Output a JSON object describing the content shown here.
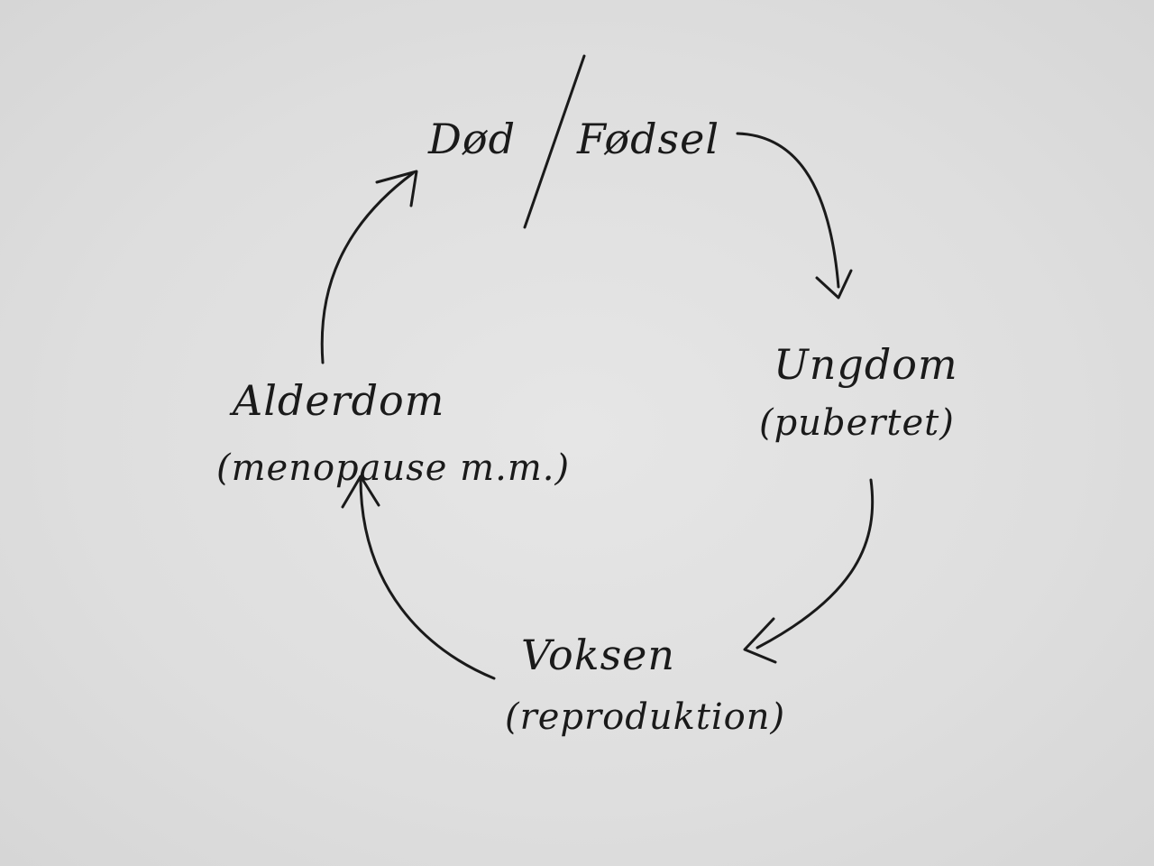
{
  "nodes": {
    "top_left": "Død",
    "top_right": "Fødsel",
    "right_title": "Ungdom",
    "right_sub": "(pubertet)",
    "bottom_title": "Voksen",
    "bottom_sub": "(reproduktion)",
    "left_title": "Alderdom",
    "left_sub": "(menopause m.m.)"
  }
}
